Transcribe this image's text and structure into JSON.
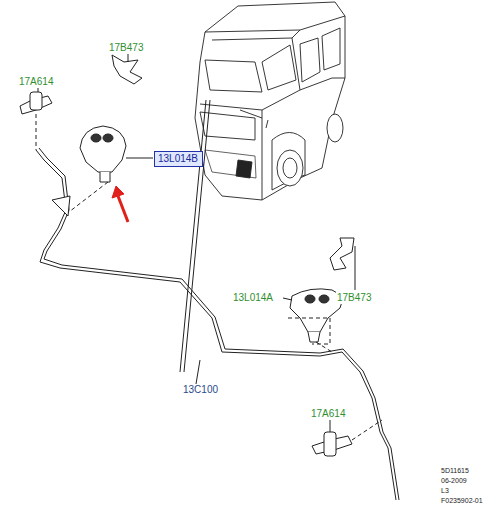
{
  "diagram": {
    "nodes": [
      {
        "text": [
          "13L014B"
        ]
      }
    ],
    "labels": [
      "17B473",
      "17A614",
      "17B473",
      "13L014A",
      "13C100",
      "17A614",
      "5D11615",
      "06-2009",
      "L3",
      "F0235902-01"
    ]
  }
}
